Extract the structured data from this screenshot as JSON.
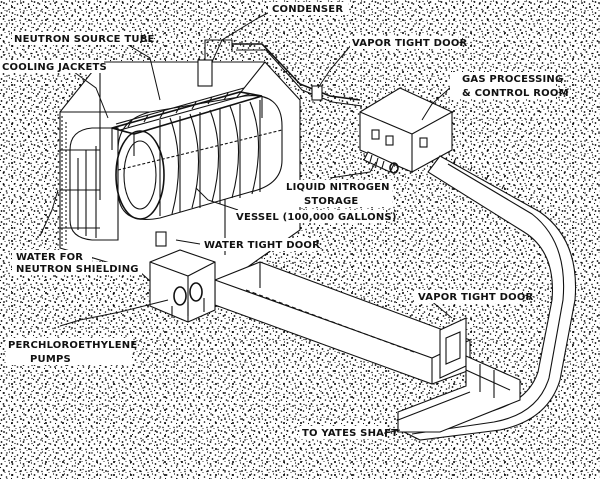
{
  "labels": {
    "condenser": "CONDENSER",
    "neutron_source_tube": "NEUTRON SOURCE TUBE",
    "cooling_jackets": "COOLING JACKETS",
    "vapor_tight_door_top": "VAPOR TIGHT DOOR",
    "gas_processing_line1": "GAS PROCESSING",
    "gas_processing_line2": "& CONTROL ROOM",
    "liquid_nitrogen_line1": "LIQUID NITROGEN",
    "liquid_nitrogen_line2": "STORAGE",
    "vessel": "VESSEL (100,000 GALLONS)",
    "water_tight_door": "WATER TIGHT DOOR",
    "water_shielding_line1": "WATER FOR",
    "water_shielding_line2": "NEUTRON SHIELDING",
    "vapor_tight_door_right": "VAPOR TIGHT DOOR",
    "pumps_line1": "PERCHLOROETHYLENE",
    "pumps_line2": "PUMPS",
    "yates_shaft": "TO YATES SHAFT"
  }
}
